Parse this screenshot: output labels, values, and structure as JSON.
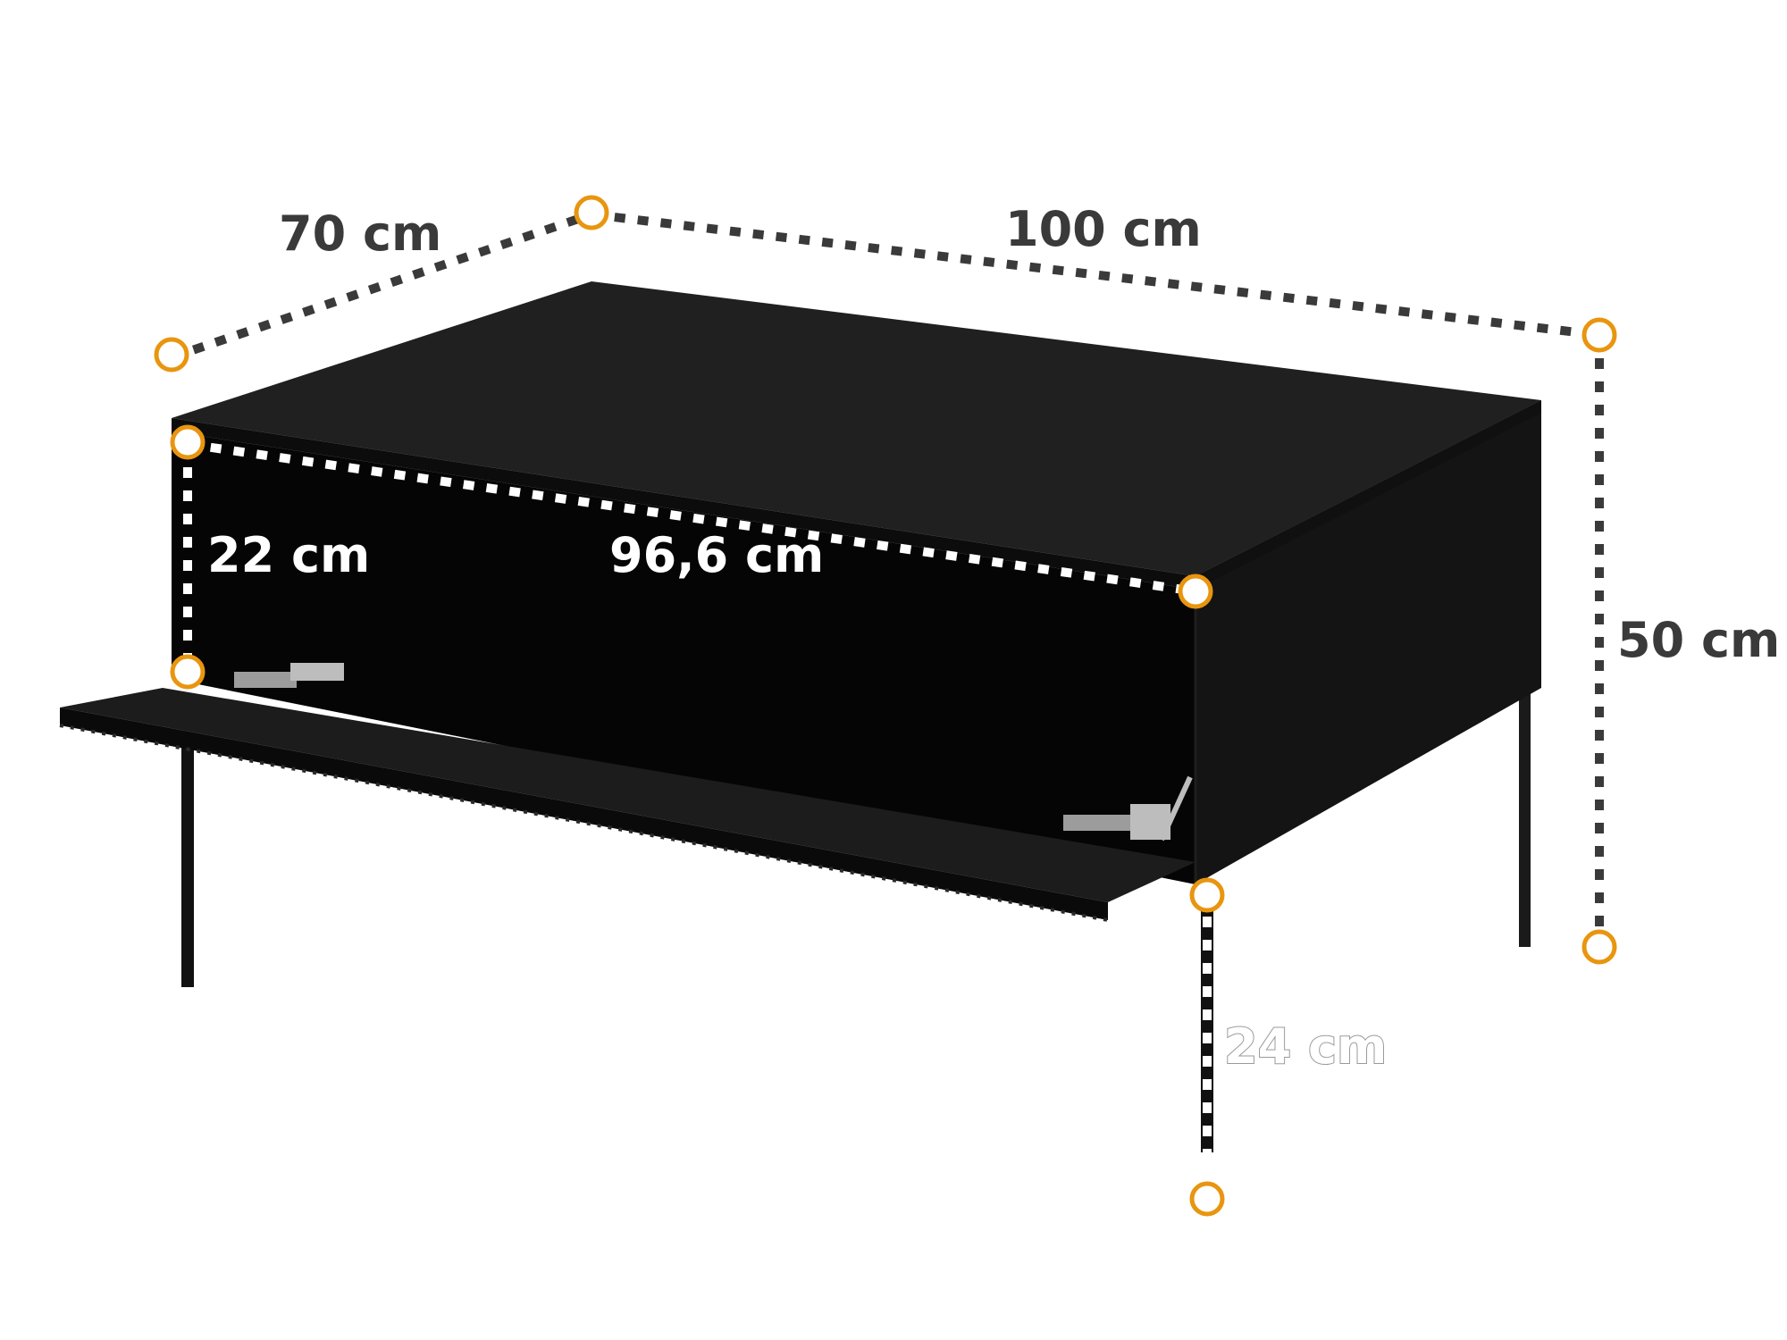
{
  "dimensions": {
    "depth": "70 cm",
    "width": "100 cm",
    "height": "50 cm",
    "drawer_height": "22 cm",
    "drawer_width": "96,6 cm",
    "leg_height": "24 cm"
  },
  "colors": {
    "marker": "#e8950f",
    "label_dark": "#3a3a3a",
    "label_light": "#ffffff",
    "furniture": "#111111"
  }
}
